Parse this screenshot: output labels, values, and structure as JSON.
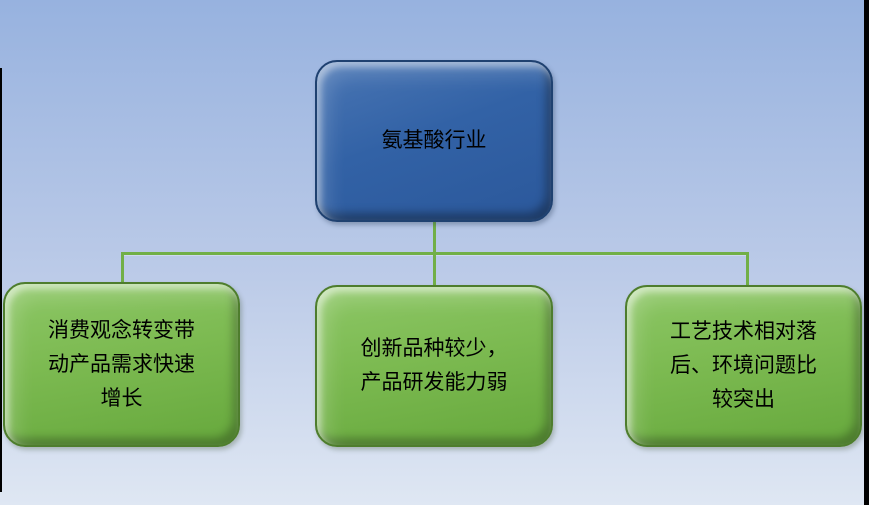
{
  "diagram": {
    "type": "hierarchy-smartart",
    "root": {
      "label": "氨基酸行业"
    },
    "children": [
      {
        "label": "消费观念转变带\n动产品需求快速\n增长"
      },
      {
        "label": "创新品种较少，\n产品研发能力弱"
      },
      {
        "label": "工艺技术相对落\n后、环境问题比\n较突出"
      }
    ],
    "colors": {
      "background_top": "#97b2df",
      "background_mid": "#bccbe8",
      "background_bottom": "#dfe7f3",
      "root_fill": "#3262a6",
      "root_fill_light": "#4a76b4",
      "root_fill_dark": "#2b589b",
      "root_border": "#1f4170",
      "child_fill": "#7cba51",
      "child_fill_light": "#8dc766",
      "child_fill_dark": "#66a83c",
      "child_border": "#4e7d2d",
      "connector": "#71af47",
      "text": "#000000",
      "edge": "#000000"
    }
  }
}
